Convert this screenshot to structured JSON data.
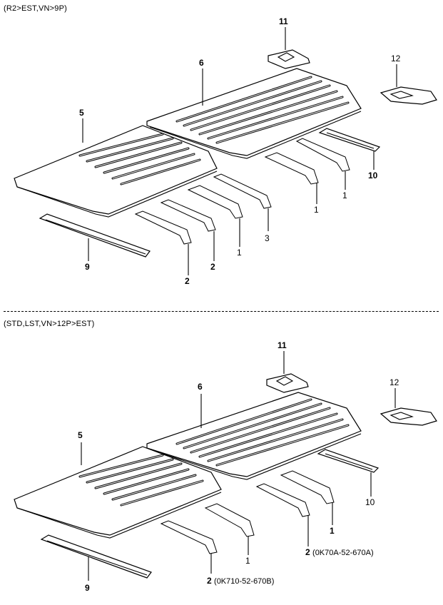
{
  "sections": [
    {
      "label": "(R2>EST,VN>9P)",
      "callouts": {
        "p11": "11",
        "p6": "6",
        "p12": "12",
        "p5": "5",
        "p10": "10",
        "p1a": "1",
        "p1b": "1",
        "p1c": "1",
        "p3": "3",
        "p2a": "2",
        "p2b": "2",
        "p9": "9"
      }
    },
    {
      "label": "(STD,LST,VN>12P>EST)",
      "callouts": {
        "p11": "11",
        "p6": "6",
        "p12": "12",
        "p5": "5",
        "p10": "10",
        "p1a": "1",
        "p1b": "1",
        "p2a": "2",
        "p2a_note": "(0K70A-52-670A)",
        "p2b": "2",
        "p2b_note": "(0K710-52-670B)",
        "p9": "9"
      }
    }
  ]
}
